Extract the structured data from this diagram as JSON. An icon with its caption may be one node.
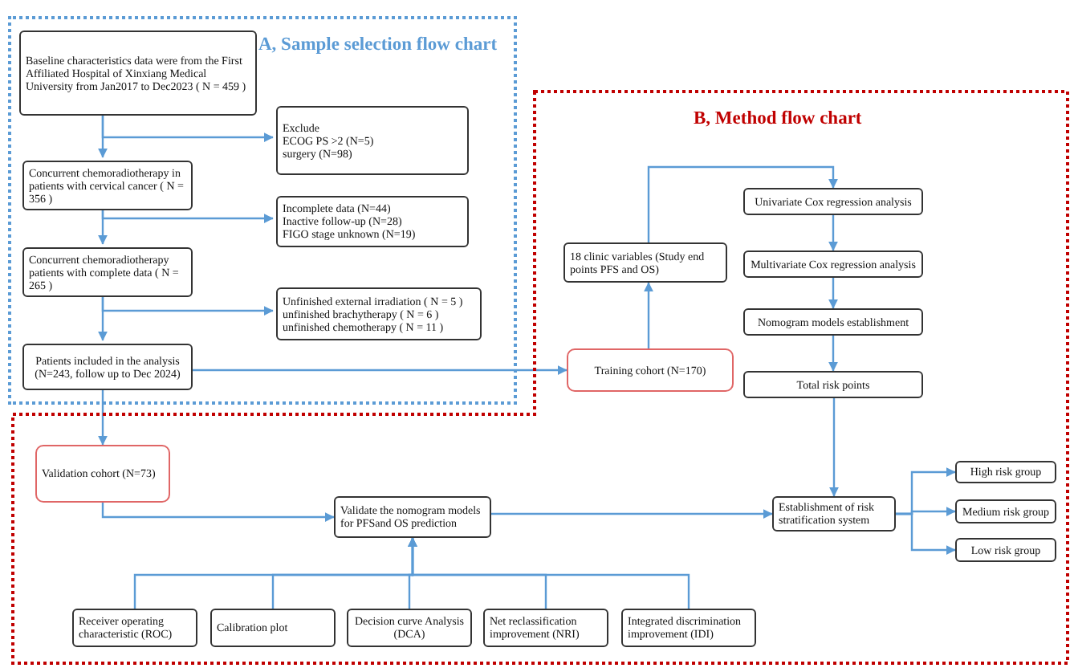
{
  "diagram": {
    "nodes": [
      {
        "text": [
          "A, Sample selection flow chart"
        ]
      },
      {
        "text": [
          "Baseline characteristics data were from the First Affiliated Hospital of Xinxiang Medical University from Jan2017 to Dec2023 ( N = 459 )"
        ],
        "in": 0
      },
      {
        "text": [
          "Exclude",
          "ECOG PS >2 (N=5)",
          "surgery (N=98)"
        ],
        "in": 0
      },
      {
        "text": [
          "Concurrent chemoradiotherapy in patients with cervical cancer ( N = 356 )"
        ],
        "in": 0
      },
      {
        "text": [
          "Incomplete data (N=44)",
          "Inactive follow-up (N=28)",
          "FIGO stage unknown (N=19)"
        ],
        "in": 0
      },
      {
        "text": [
          "Concurrent chemoradiotherapy patients with complete data ( N = 265 )"
        ],
        "in": 0
      },
      {
        "text": [
          "Unfinished external irradiation ( N = 5 )",
          "unfinished brachytherapy ( N = 6 )",
          "unfinished chemotherapy ( N = 11 )"
        ],
        "in": 0
      },
      {
        "text": [
          "Patients included in the analysis (N=243, follow up to Dec 2024)"
        ],
        "in": 0
      },
      {
        "text": [
          "B, Method flow chart"
        ]
      },
      {
        "text": [
          "Validation cohort (N=73)"
        ],
        "in": 8
      },
      {
        "text": [
          "Validate the nomogram models for PFSand OS prediction"
        ],
        "in": 8
      },
      {
        "text": [
          "Receiver operating characteristic (ROC)"
        ],
        "in": 8
      },
      {
        "text": [
          "Calibration plot"
        ],
        "in": 8
      },
      {
        "text": [
          "Decision curve Analysis (DCA)"
        ],
        "in": 8
      },
      {
        "text": [
          "Net reclassification improvement (NRI)"
        ],
        "in": 8
      },
      {
        "text": [
          "Integrated discrimination improvement (IDI)"
        ],
        "in": 8
      },
      {
        "text": [
          "Training cohort (N=170)"
        ],
        "in": 8
      },
      {
        "text": [
          "18 clinic variables (Study end points PFS and OS)"
        ],
        "in": 8
      },
      {
        "text": [
          "Univariate Cox regression analysis"
        ],
        "in": 8
      },
      {
        "text": [
          "Multivariate Cox regression analysis"
        ],
        "in": 8
      },
      {
        "text": [
          "Nomogram models establishment"
        ],
        "in": 8
      },
      {
        "text": [
          "Total risk points"
        ],
        "in": 8
      },
      {
        "text": [
          "Establishment of risk stratification system"
        ],
        "in": 8
      },
      {
        "text": [
          "High risk group"
        ],
        "in": 8
      },
      {
        "text": [
          "Medium risk group"
        ],
        "in": 8
      },
      {
        "text": [
          "Low risk group"
        ],
        "in": 8
      }
    ],
    "edges": [
      {
        "from": 1,
        "to": 3,
        "arrow": "to"
      },
      {
        "from": 1,
        "to": 2,
        "arrow": "to"
      },
      {
        "from": 3,
        "to": 5,
        "arrow": "to"
      },
      {
        "from": 3,
        "to": 4,
        "arrow": "to"
      },
      {
        "from": 5,
        "to": 7,
        "arrow": "to"
      },
      {
        "from": 5,
        "to": 6,
        "arrow": "to"
      },
      {
        "from": 7,
        "to": 9,
        "arrow": "to"
      },
      {
        "from": 7,
        "to": 16,
        "arrow": "to"
      },
      {
        "from": 16,
        "to": 17,
        "arrow": "to"
      },
      {
        "from": 17,
        "to": 18,
        "arrow": "to"
      },
      {
        "from": 18,
        "to": 19,
        "arrow": "to"
      },
      {
        "from": 19,
        "to": 20,
        "arrow": "to"
      },
      {
        "from": 20,
        "to": 21,
        "arrow": "to"
      },
      {
        "from": 21,
        "to": 22,
        "arrow": "to"
      },
      {
        "from": 9,
        "to": 10,
        "arrow": "to"
      },
      {
        "from": 10,
        "to": 22,
        "arrow": "to"
      },
      {
        "from": 11,
        "to": 10,
        "arrow": "to"
      },
      {
        "from": 12,
        "to": 10,
        "arrow": "to"
      },
      {
        "from": 13,
        "to": 10,
        "arrow": "to"
      },
      {
        "from": 14,
        "to": 10,
        "arrow": "to"
      },
      {
        "from": 15,
        "to": 10,
        "arrow": "to"
      },
      {
        "from": 22,
        "to": 23,
        "arrow": "to"
      },
      {
        "from": 22,
        "to": 24,
        "arrow": "to"
      },
      {
        "from": 22,
        "to": 25,
        "arrow": "to"
      }
    ]
  }
}
